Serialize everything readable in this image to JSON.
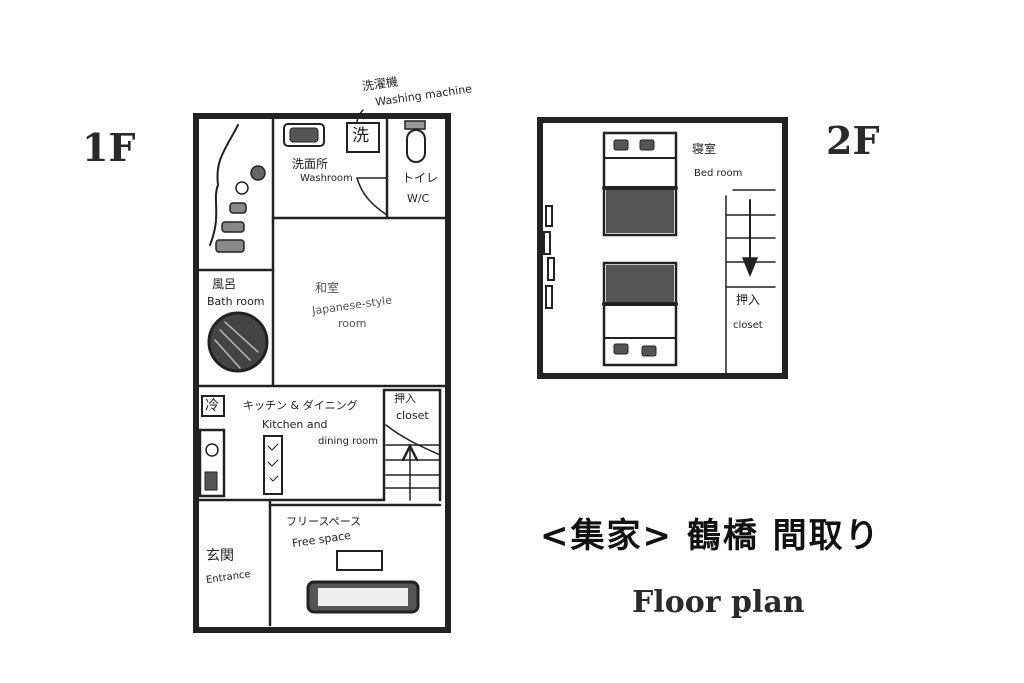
{
  "floors": {
    "first": "1F",
    "second": "2F"
  },
  "first_floor": {
    "washing_machine": {
      "jp": "洗濯機",
      "en": "Washing machine",
      "symbol": "洗"
    },
    "washroom": {
      "jp": "洗面所",
      "en": "Washroom"
    },
    "toilet": {
      "jp": "トイレ",
      "en": "W/C"
    },
    "bathroom": {
      "jp": "風呂",
      "en": "Bath room"
    },
    "japanese_room": {
      "jp": "和室",
      "en_line1": "Japanese-style",
      "en_line2": "room"
    },
    "kitchen": {
      "jp": "キッチン & ダイニング",
      "en_line1": "Kitchen and",
      "en_line2": "dining room",
      "fridge_symbol": "冷"
    },
    "closet": {
      "jp": "押入",
      "en": "closet"
    },
    "entrance": {
      "jp": "玄関",
      "en": "Entrance"
    },
    "free_space": {
      "jp": "フリースペース",
      "en": "Free space"
    }
  },
  "second_floor": {
    "bedroom": {
      "jp": "寝室",
      "en": "Bed room"
    },
    "closet": {
      "jp": "押入",
      "en": "closet"
    }
  },
  "title": {
    "jp": "<集家> 鶴橋 間取り",
    "en": "Floor plan"
  }
}
